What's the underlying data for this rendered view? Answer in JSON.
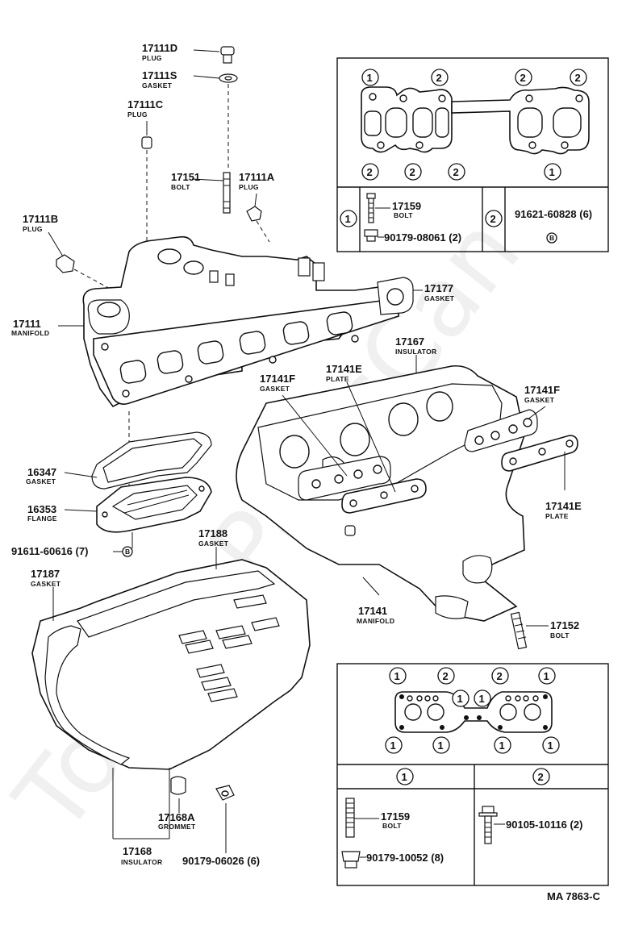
{
  "watermark": "ToyotaPartsCan",
  "diagram_code": "MA 7863-C",
  "callouts": {
    "p17111D": {
      "number": "17111D",
      "name": "PLUG"
    },
    "p17111S": {
      "number": "17111S",
      "name": "GASKET"
    },
    "p17111C": {
      "number": "17111C",
      "name": "PLUG"
    },
    "p17151": {
      "number": "17151",
      "name": "BOLT"
    },
    "p17111A": {
      "number": "17111A",
      "name": "PLUG"
    },
    "p17111B": {
      "number": "17111B",
      "name": "PLUG"
    },
    "p17177": {
      "number": "17177",
      "name": "GASKET"
    },
    "p17111": {
      "number": "17111",
      "name": "MANIFOLD"
    },
    "p17167": {
      "number": "17167",
      "name": "INSULATOR"
    },
    "p17141F_a": {
      "number": "17141F",
      "name": "GASKET"
    },
    "p17141E_a": {
      "number": "17141E",
      "name": "PLATE"
    },
    "p17141F_b": {
      "number": "17141F",
      "name": "GASKET"
    },
    "p17141E_b": {
      "number": "17141E",
      "name": "PLATE"
    },
    "p16347": {
      "number": "16347",
      "name": "GASKET"
    },
    "p16353": {
      "number": "16353",
      "name": "FLANGE"
    },
    "p91611": {
      "number": "91611-60616 (7)",
      "mark": "B"
    },
    "p17188": {
      "number": "17188",
      "name": "GASKET"
    },
    "p17187": {
      "number": "17187",
      "name": "GASKET"
    },
    "p17141": {
      "number": "17141",
      "name": "MANIFOLD"
    },
    "p17152": {
      "number": "17152",
      "name": "BOLT"
    },
    "p17168A": {
      "number": "17168A",
      "name": "GROMMET"
    },
    "p17168": {
      "number": "17168",
      "name": "INSULATOR"
    },
    "p90179_06026": {
      "number": "90179-06026 (6)"
    }
  },
  "inset_top": {
    "circles_top": [
      "1",
      "2",
      "2",
      "2"
    ],
    "circles_bottom": [
      "2",
      "2",
      "2",
      "1"
    ],
    "key1": "1",
    "key2": "2",
    "bolt_number": "17159",
    "bolt_name": "BOLT",
    "nut_number": "90179-08061 (2)",
    "part2_number": "91621-60828 (6)",
    "part2_mark": "B"
  },
  "inset_bottom": {
    "circles_top": [
      "1",
      "2",
      "1",
      "1",
      "2",
      "1"
    ],
    "circles_bottom": [
      "1",
      "1",
      "1",
      "1"
    ],
    "key1": "1",
    "key2": "2",
    "bolt_number": "17159",
    "bolt_name": "BOLT",
    "nut_number": "90179-10052 (8)",
    "bolt2_number": "90105-10116 (2)"
  }
}
